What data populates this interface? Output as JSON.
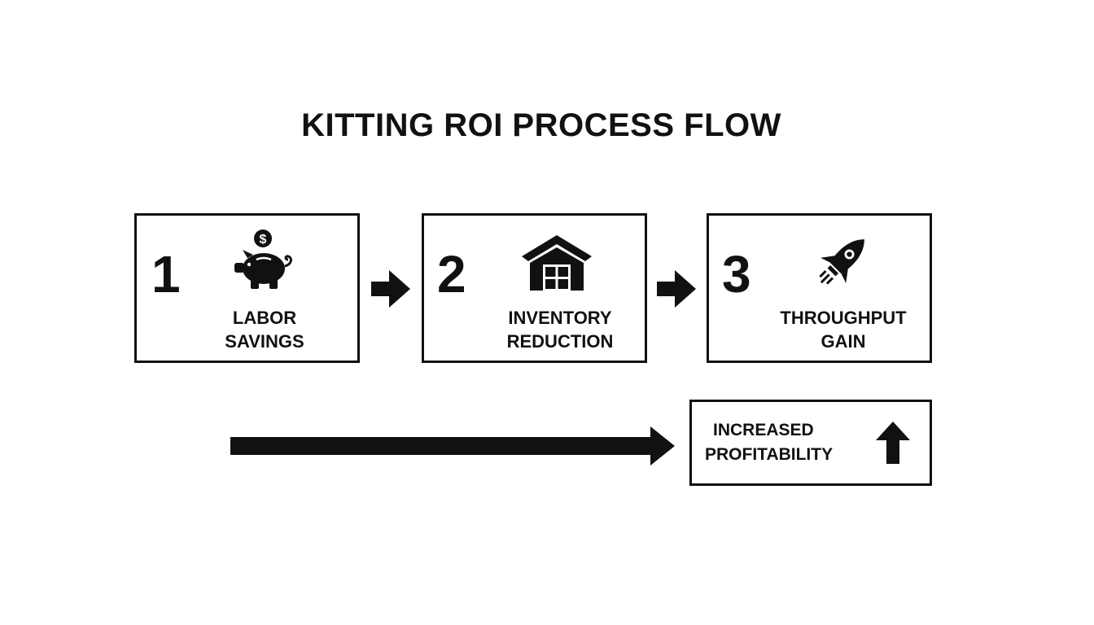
{
  "title": "KITTING ROI PROCESS FLOW",
  "steps": [
    {
      "number": "1",
      "label_line1": "LABOR",
      "label_line2": "SAVINGS",
      "icon": "piggy-bank-icon",
      "coin_symbol": "$"
    },
    {
      "number": "2",
      "label_line1": "INVENTORY",
      "label_line2": "REDUCTION",
      "icon": "warehouse-icon"
    },
    {
      "number": "3",
      "label_line1": "THROUGHPUT",
      "label_line2": "GAIN",
      "icon": "rocket-icon"
    }
  ],
  "result": {
    "label_line1": "INCREASED",
    "label_line2": "PROFITABILITY",
    "icon": "up-arrow-icon"
  },
  "colors": {
    "ink": "#111111",
    "background": "#ffffff"
  }
}
